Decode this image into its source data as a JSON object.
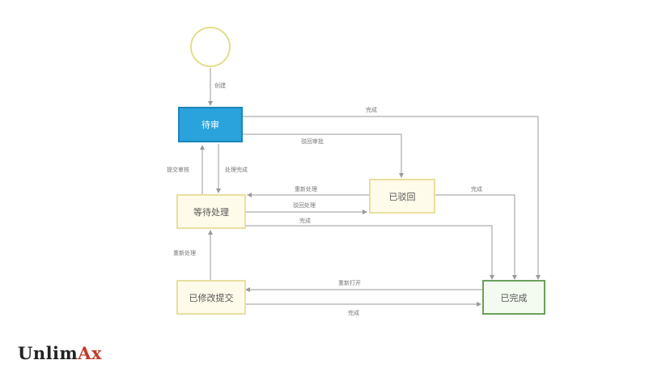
{
  "logo": {
    "main": "Unlim",
    "accent": "Ax"
  },
  "nodes": {
    "start": {
      "label": ""
    },
    "created": {
      "label": "待审"
    },
    "pending": {
      "label": "等待处理"
    },
    "rejected": {
      "label": "已驳回"
    },
    "resubmit": {
      "label": "已修改提交"
    },
    "done": {
      "label": "已完成"
    }
  },
  "edges": {
    "start_created": "创建",
    "created_done": "完成",
    "created_rejected": "驳回审批",
    "created_pending": "处理完成",
    "pending_created": "提交审核",
    "rejected_pending": "重新处理",
    "pending_rejected": "驳回处理",
    "pending_done": "完成",
    "rejected_done": "完成",
    "resubmit_pending": "重新处理",
    "done_resubmit": "重新打开",
    "resubmit_done": "完成"
  },
  "colors": {
    "line": "#9a9a9a",
    "node_blue": "#2aa3dc",
    "node_yellow_border": "#e8dfa0",
    "node_green_border": "#6aa05a"
  }
}
